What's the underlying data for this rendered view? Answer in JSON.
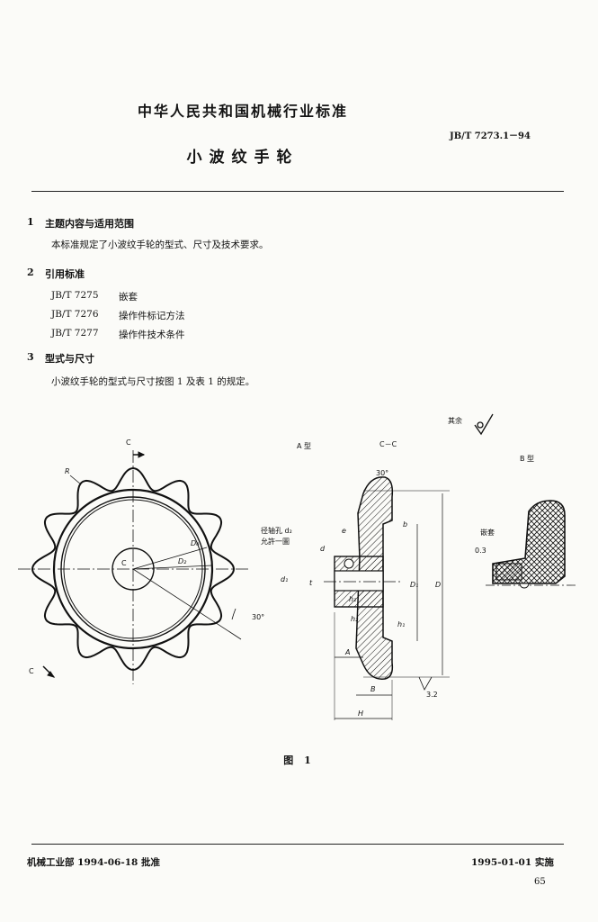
{
  "header": {
    "organization": "中华人民共和国机械行业标准",
    "standard_number": "JB/T 7273.1－94",
    "title": "小波纹手轮"
  },
  "sections": [
    {
      "num": "1",
      "heading": "主题内容与适用范围",
      "paragraphs": [
        "本标准规定了小波纹手轮的型式、尺寸及技术要求。"
      ]
    },
    {
      "num": "2",
      "heading": "引用标准",
      "refs": [
        {
          "code": "JB/T 7275",
          "title": "嵌套"
        },
        {
          "code": "JB/T 7276",
          "title": "操作件标记方法"
        },
        {
          "code": "JB/T 7277",
          "title": "操作件技术条件"
        }
      ]
    },
    {
      "num": "3",
      "heading": "型式与尺寸",
      "paragraphs": [
        "小波纹手轮的型式与尺寸按图 1 及表 1 的规定。"
      ]
    }
  ],
  "figure": {
    "caption": "图 1",
    "roughness_note": "其余",
    "labels": {
      "c_top": "C",
      "c_center": "C",
      "c_bottom": "C",
      "r": "R",
      "d0": "D₀",
      "d2": "D₂",
      "angle_30_left": "30°",
      "type_a": "A 型",
      "section_cc": "C－C",
      "type_b": "B 型",
      "hole_note_1": "径轴孔 d₂",
      "hole_note_2": "允許一圖",
      "angle_30_top": "30°",
      "b_small": "b",
      "e": "e",
      "d1": "d₁",
      "t": "t",
      "h1": "h₁",
      "h2": "h₂",
      "d": "d",
      "dd1": "D₁",
      "dd": "D",
      "h_side": "h₁",
      "a": "A",
      "bb": "B",
      "hh": "H",
      "rough_value": "3.2",
      "insert": "嵌套",
      "dim_03": "0.3"
    }
  },
  "footer": {
    "approval": "机械工业部 1994-06-18 批准",
    "implementation": "1995-01-01 实施",
    "page_number": "65"
  }
}
